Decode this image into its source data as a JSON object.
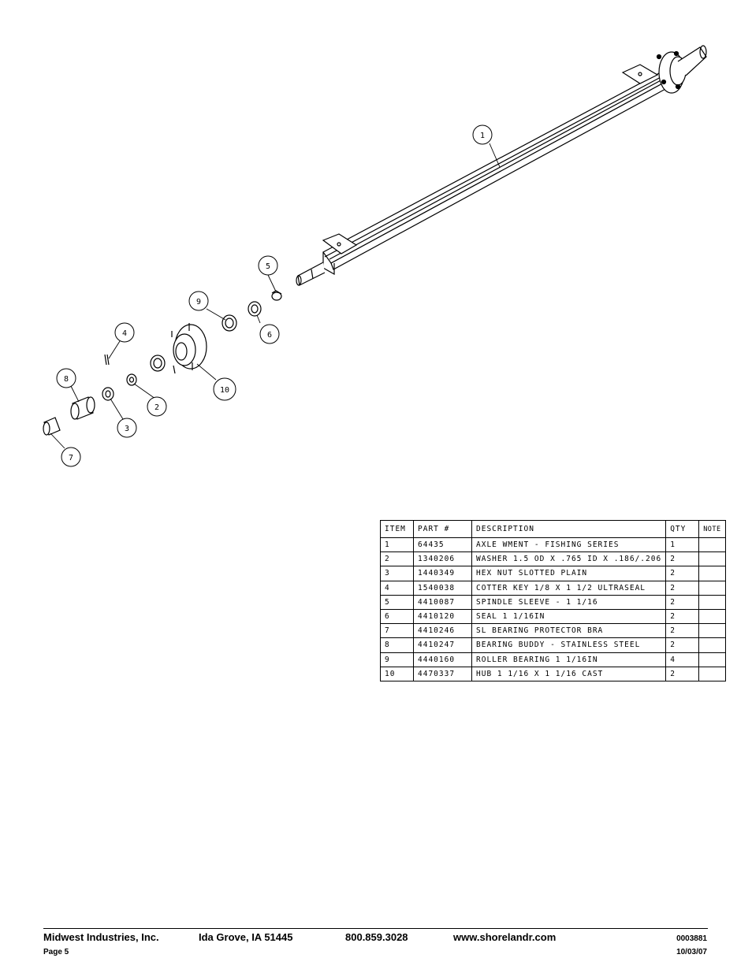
{
  "callouts": [
    {
      "n": "1"
    },
    {
      "n": "2"
    },
    {
      "n": "3"
    },
    {
      "n": "4"
    },
    {
      "n": "5"
    },
    {
      "n": "6"
    },
    {
      "n": "7"
    },
    {
      "n": "8"
    },
    {
      "n": "9"
    },
    {
      "n": "10"
    }
  ],
  "table": {
    "headers": [
      "ITEM",
      "PART #",
      "DESCRIPTION",
      "QTY",
      "NOTE"
    ],
    "rows": [
      {
        "item": "1",
        "part": "64435",
        "desc": "AXLE WMENT - FISHING SERIES",
        "qty": "1",
        "note": ""
      },
      {
        "item": "2",
        "part": "1340206",
        "desc": "WASHER 1.5 OD X .765 ID X .186/.206",
        "qty": "2",
        "note": ""
      },
      {
        "item": "3",
        "part": "1440349",
        "desc": "HEX NUT SLOTTED PLAIN",
        "qty": "2",
        "note": ""
      },
      {
        "item": "4",
        "part": "1540038",
        "desc": "COTTER KEY 1/8 X 1 1/2 ULTRASEAL",
        "qty": "2",
        "note": ""
      },
      {
        "item": "5",
        "part": "4410087",
        "desc": "SPINDLE SLEEVE - 1 1/16",
        "qty": "2",
        "note": ""
      },
      {
        "item": "6",
        "part": "4410120",
        "desc": "SEAL  1 1/16IN",
        "qty": "2",
        "note": ""
      },
      {
        "item": "7",
        "part": "4410246",
        "desc": "SL BEARING PROTECTOR BRA",
        "qty": "2",
        "note": ""
      },
      {
        "item": "8",
        "part": "4410247",
        "desc": "BEARING BUDDY - STAINLESS STEEL",
        "qty": "2",
        "note": ""
      },
      {
        "item": "9",
        "part": "4440160",
        "desc": "ROLLER BEARING  1 1/16IN",
        "qty": "4",
        "note": ""
      },
      {
        "item": "10",
        "part": "4470337",
        "desc": "HUB  1 1/16 X 1 1/16 CAST",
        "qty": "2",
        "note": ""
      }
    ]
  },
  "footer": {
    "company": "Midwest Industries, Inc.",
    "location": "Ida Grove, IA  51445",
    "phone": "800.859.3028",
    "website": "www.shorelandr.com",
    "doc_number": "0003881",
    "page": "Page 5",
    "date": "10/03/07"
  }
}
